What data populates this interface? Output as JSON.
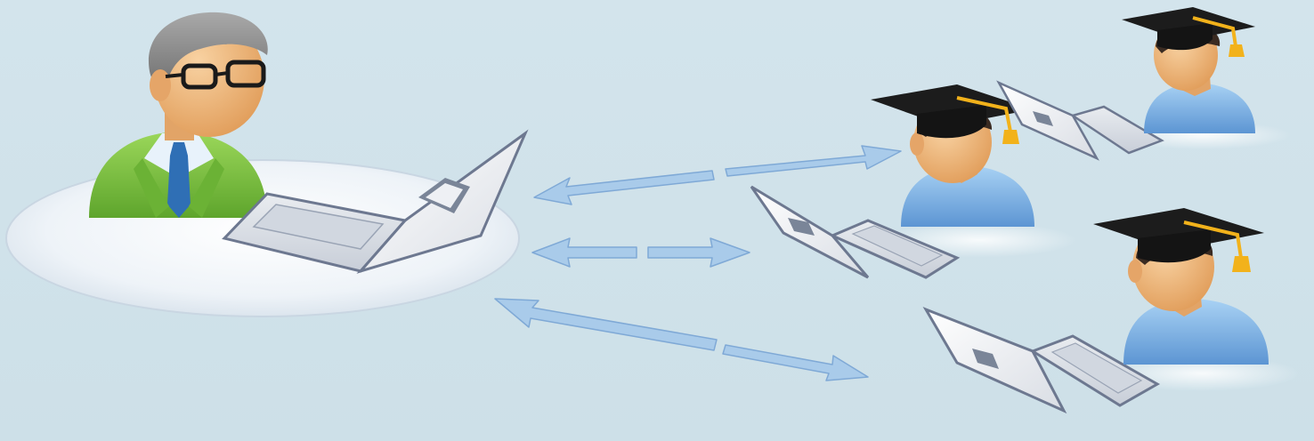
{
  "scene": {
    "background_color": "#cfe2ea",
    "teacher": {
      "role": "instructor",
      "icons": [
        "teacher-avatar",
        "laptop"
      ],
      "colors": {
        "shirt": "#7dc241",
        "tie": "#2f6fb5",
        "hair": "#8a8a8a",
        "platform": "#eef3f8"
      }
    },
    "students": [
      {
        "role": "student",
        "icons": [
          "graduation-cap",
          "student-avatar",
          "laptop"
        ]
      },
      {
        "role": "student",
        "icons": [
          "graduation-cap",
          "student-avatar",
          "laptop"
        ]
      },
      {
        "role": "student",
        "icons": [
          "graduation-cap",
          "student-avatar",
          "laptop"
        ]
      }
    ],
    "connections": [
      {
        "from": "teacher",
        "to": "student-1",
        "type": "bidirectional-arrow"
      },
      {
        "from": "teacher",
        "to": "student-2",
        "type": "bidirectional-arrow"
      },
      {
        "from": "teacher",
        "to": "student-3",
        "type": "bidirectional-arrow"
      }
    ],
    "colors": {
      "arrow": "#a9cbea",
      "arrow_edge": "#7fa9d6",
      "student_shirt": "#7fb2e2",
      "cap": "#1c1c1c",
      "tassel": "#f2b21b",
      "skin": "#f0b67a",
      "laptop_body": "#eef0f3",
      "laptop_edge": "#6d7890"
    }
  }
}
